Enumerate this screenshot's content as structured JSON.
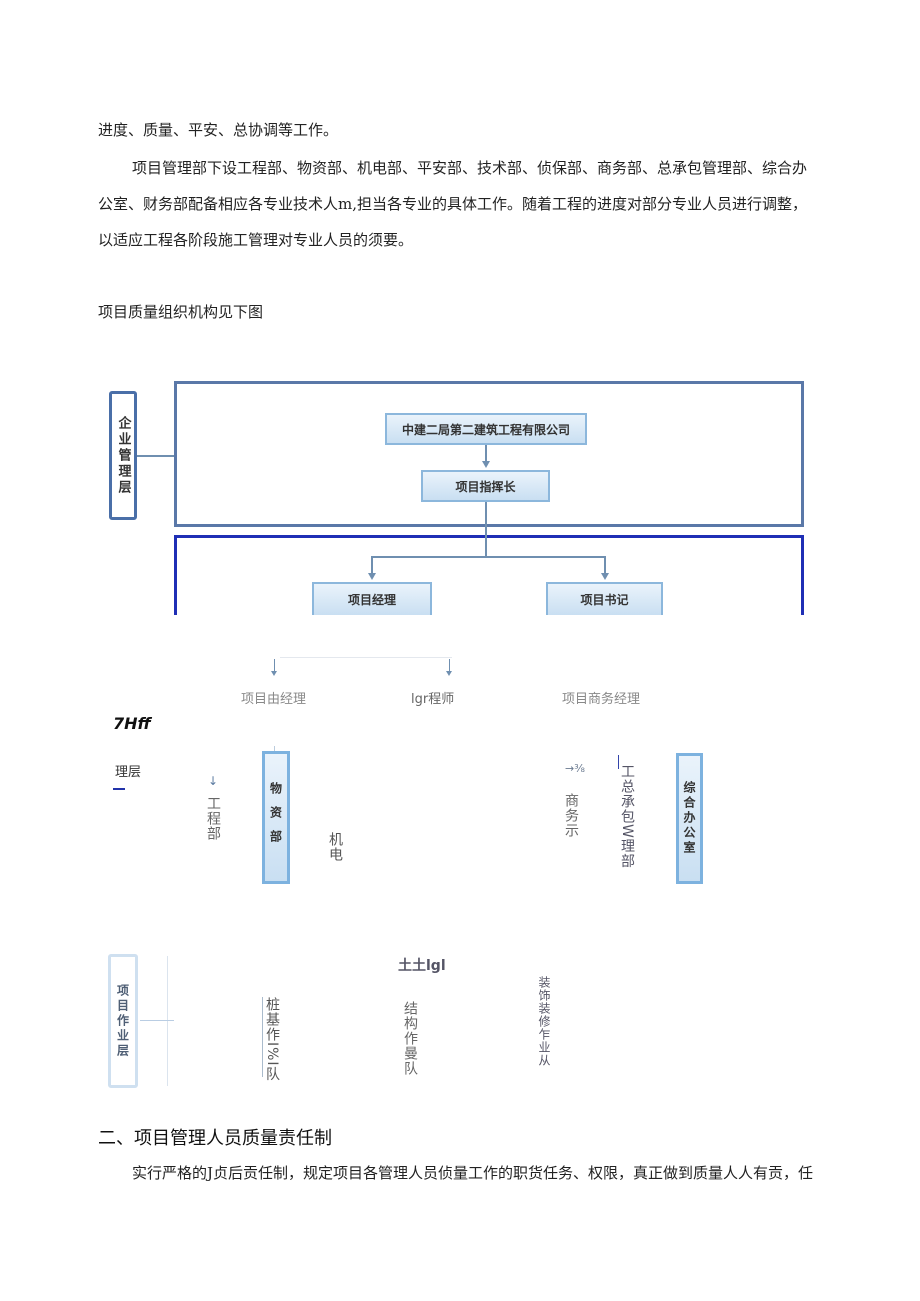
{
  "para1": "进度、质量、平安、总协调等工作。",
  "para2_line1": "项目管理部下设工程部、物资部、机电部、平安部、技术部、侦保部、商务部、总承包管理部、综合办",
  "para2_line2": "公室、财务部配备相应各专业技术人m,担当各专业的具体工作。随着工程的进度对部分专业人员进行调整，",
  "para2_line3": "以适应工程各阶段施工管理对专业人员的须要。",
  "chart_caption": "项目质量组织机构见下图",
  "org": {
    "enterprise_layer": "企业管理层",
    "company": "中建二局第二建筑工程有限公司",
    "commander": "项目指挥长",
    "manager": "项目经理",
    "secretary": "项目书记",
    "sub_manager": "项目由经理",
    "engineer": "lgr程师",
    "commerce_manager": "项目商务经理",
    "mgmt_layer_a": "7Hff",
    "mgmt_layer_b": "理层",
    "dept_engineering": "工程部",
    "dept_materials": "物资部",
    "dept_mep": "机电",
    "dept_commerce_mark": "→⅜",
    "dept_commerce": "商务示",
    "dept_general": "工总承包W理部",
    "dept_office": "综合办公室",
    "work_layer": "项目作业层",
    "team_pile": "桩基作I%I队",
    "team_structure_top": "土土lgl",
    "team_structure": "结构作曼队",
    "team_decoration": "装饰装修乍业从"
  },
  "heading2": "二、项目管理人员质量责任制",
  "para3": "实行严格的J贞后贡任制，规定项目各管理人员侦量工作的职货任务、权限，真正做到质量人人有贡，任"
}
